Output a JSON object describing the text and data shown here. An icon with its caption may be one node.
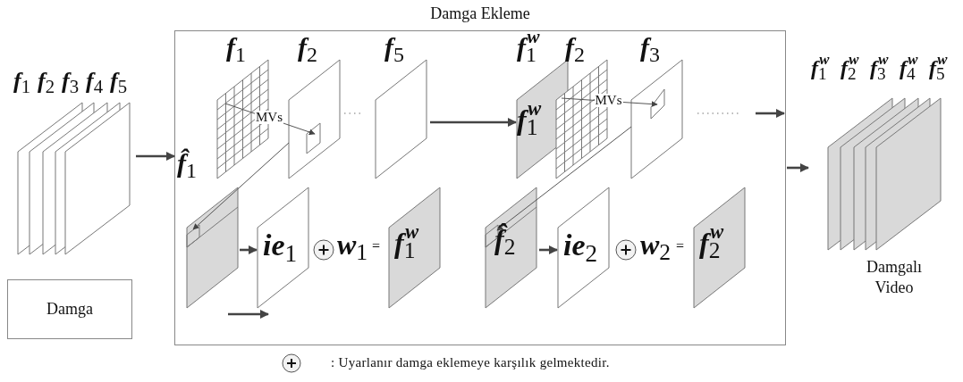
{
  "diagram": {
    "nodes": [
      {
        "text": [
          "*f*$_{1}$",
          "*f*$_{2}$",
          "*f*$_{3}$",
          "*f*$_{4}$",
          "*f*$_{5}$"
        ]
      },
      {
        "text": [
          "Damga"
        ]
      },
      {
        "text": [
          "Damga Ekleme"
        ]
      },
      {
        "text": [
          "*f*$_{1}$"
        ],
        "in": 2
      },
      {
        "text": [
          "*f*$_{2}$"
        ],
        "in": 2
      },
      {
        "text": [
          "*f*$_{5}$"
        ],
        "in": 2
      },
      {
        "text": [
          "*f*$_{1}$$^{w}$",
          "*f*$_{1}$$^{w}$"
        ],
        "in": 2
      },
      {
        "text": [
          "*f*$_{2}$"
        ],
        "in": 2
      },
      {
        "text": [
          "*f*$_{3}$"
        ],
        "in": 2
      },
      {
        "text": [
          "*f̂*$_{1}$"
        ],
        "in": 2
      },
      {
        "text": [
          "*ie*$_{1}$"
        ],
        "in": 2
      },
      {
        "text": [
          "*f*$_{1}$$^{w}$"
        ],
        "in": 2
      },
      {
        "text": [
          "*f̂*$_{2}$"
        ],
        "in": 2
      },
      {
        "text": [
          "*ie*$_{2}$"
        ],
        "in": 2
      },
      {
        "text": [
          "*f*$_{2}$$^{w}$"
        ],
        "in": 2
      },
      {
        "text": [
          "*f*$_{1}$$^{w}$",
          "*f*$_{2}$$^{w}$",
          "*f*$_{3}$$^{w}$",
          "*f*$_{4}$$^{w}$",
          "*f*$_{5}$$^{w}$"
        ],
        "beside": [
          "Damgalı Video"
        ]
      }
    ],
    "edges": [
      {
        "from": 0,
        "to": 2,
        "arrow": "to"
      },
      {
        "from": 3,
        "to": 4,
        "arrow": "to",
        "label": "MVs"
      },
      {
        "from": 5,
        "to": 6,
        "arrow": "to"
      },
      {
        "from": 7,
        "to": 8,
        "arrow": "to",
        "label": "MVs"
      },
      {
        "from": null,
        "to": 2,
        "arrow": "to"
      },
      {
        "from": 2,
        "to": 15,
        "arrow": "to"
      },
      {
        "from": 4,
        "to": 9,
        "arrow": "to"
      },
      {
        "from": 9,
        "to": 10,
        "arrow": "to"
      },
      {
        "from": null,
        "to": 10,
        "arrow": "to"
      },
      {
        "from": 8,
        "to": 12,
        "arrow": "to"
      },
      {
        "from": 12,
        "to": 13,
        "arrow": "to"
      }
    ],
    "labels": [
      "*w*$_{1}$",
      "=",
      "*w*$_{2}$",
      "="
    ],
    "legend": [
      {
        "text": ": Uyarlanır damga eklemeye karşılık gelmektedir."
      }
    ]
  }
}
